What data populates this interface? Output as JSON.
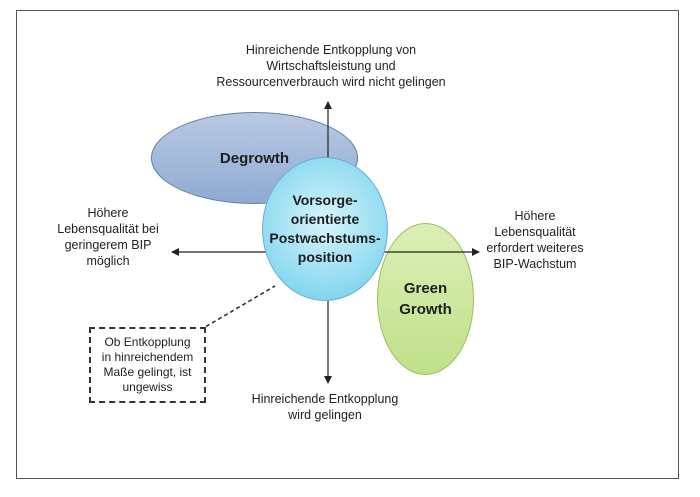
{
  "top_label": [
    "Hinreichende Entkopplung von",
    "Wirtschaftsleistung und",
    "Ressourcenverbrauch wird nicht gelingen"
  ],
  "bottom_label": [
    "Hinreichende Entkopplung",
    "wird gelingen"
  ],
  "left_label": [
    "Höhere",
    "Lebensqualität bei",
    "geringerem BIP",
    "möglich"
  ],
  "right_label": [
    "Höhere",
    "Lebensqualität",
    "erfordert weiteres",
    "BIP-Wachstum"
  ],
  "degrowth": "Degrowth",
  "green_growth": [
    "Green",
    "Growth"
  ],
  "center": [
    "Vorsorge-",
    "orientierte",
    "Postwachstums-",
    "position"
  ],
  "note": [
    "Ob Entkopplung",
    "in hinreichendem",
    "Maße gelingt, ist",
    "ungewiss"
  ],
  "colors": {
    "degrowth_fill": "#9fb6d9",
    "green_growth_fill": "#cde8a0",
    "center_fill": "#8fdcf2",
    "axis": "#222222"
  }
}
